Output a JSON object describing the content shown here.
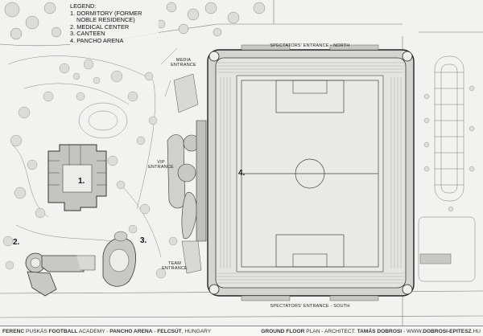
{
  "legend": {
    "title": "LEGEND:",
    "items": [
      "1. DORMITORY (FORMER",
      "NOBLE RESIDENCE)",
      "2. MEDICAL CENTER",
      "3. CANTEEN",
      "4. PANCHO ARENA"
    ]
  },
  "labels": {
    "north_entrance": "SPECTATORS' ENTRANCE - NORTH",
    "south_entrance": "SPECTATORS' ENTRANCE - SOUTH",
    "media_entrance_1": "MEDIA",
    "media_entrance_2": "ENTRANCE",
    "vip_entrance_1": "VIP",
    "vip_entrance_2": "ENTRANCE",
    "team_entrance_1": "TEAM",
    "team_entrance_2": "ENTRANCE"
  },
  "numbers": {
    "dormitory": "1.",
    "medical": "2.",
    "canteen": "3.",
    "arena": "4."
  },
  "footer": {
    "left_1": "FERENC",
    "left_2": " PUSKÁS ",
    "left_3": "FOOTBALL",
    "left_4": " ACADEMY - ",
    "left_5": "PANCHO ARENA",
    "left_6": " - ",
    "left_7": "FELCSÚT",
    "left_8": ", HUNGARY",
    "right_1": "GROUND ",
    "right_2": "FLOOR",
    "right_3": " PLAN - ARCHITECT: ",
    "right_4": "TAMÁS DOBROSI",
    "right_5": " - WWW.",
    "right_6": "DOBROSI-EPITESZ",
    "right_7": ".HU"
  }
}
